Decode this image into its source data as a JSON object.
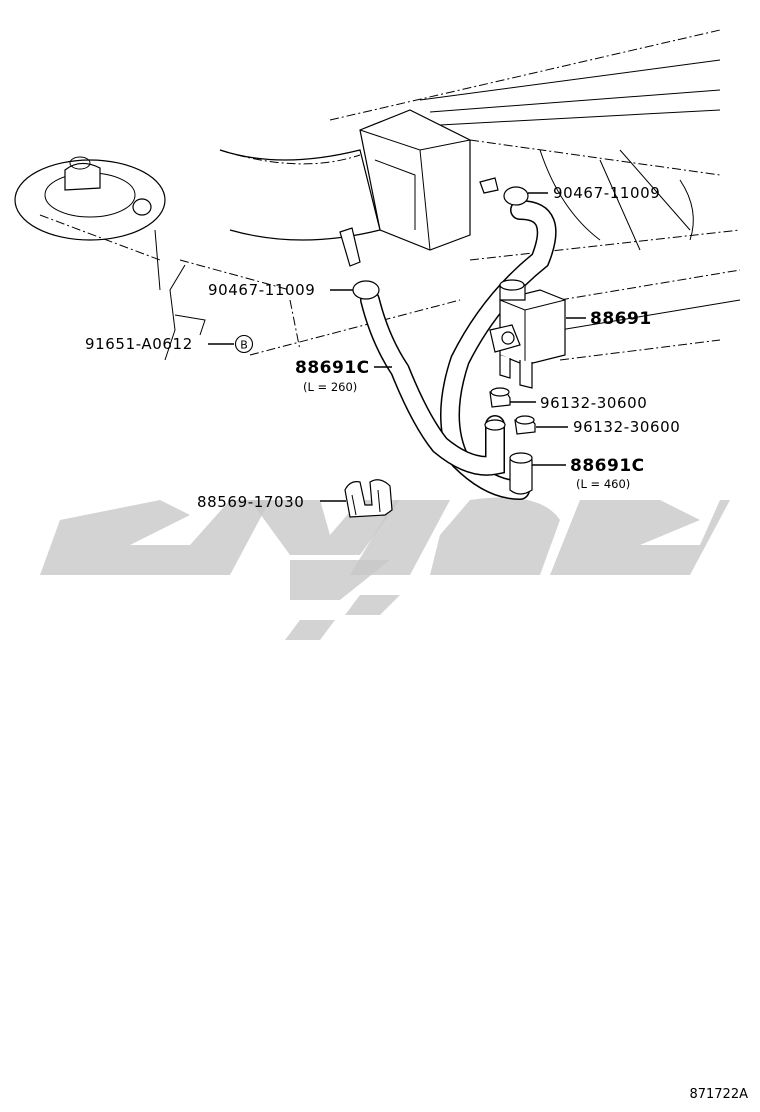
{
  "parts": {
    "clamp_upper": "90467-11009",
    "clamp_left": "90467-11009",
    "bolt": "91651-A0612",
    "bolt_callout": "B",
    "valve": "88691",
    "hose_short": "88691C",
    "hose_short_length": "(L = 260)",
    "hose_long": "88691C",
    "hose_long_length": "(L = 460)",
    "plug_1": "96132-30600",
    "plug_2": "96132-30600",
    "bracket": "88569-17030"
  },
  "figure_id": "871722A"
}
